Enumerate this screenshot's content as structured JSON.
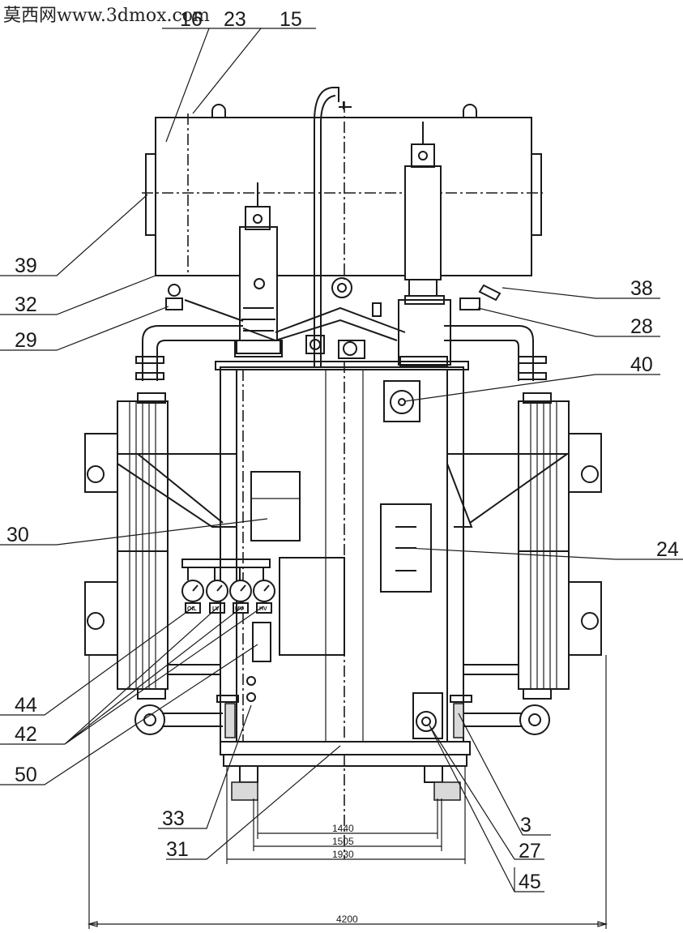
{
  "watermark": "莫西网www.3dmox.com",
  "callouts": [
    "16",
    "23",
    "15",
    "39",
    "32",
    "29",
    "38",
    "28",
    "40",
    "30",
    "24",
    "44",
    "42",
    "50",
    "33",
    "31",
    "3",
    "27",
    "45"
  ],
  "gauges": [
    "OIL",
    "LV",
    "MV",
    "HV"
  ],
  "dimensions": [
    "1440",
    "1505",
    "1930",
    "4200"
  ]
}
